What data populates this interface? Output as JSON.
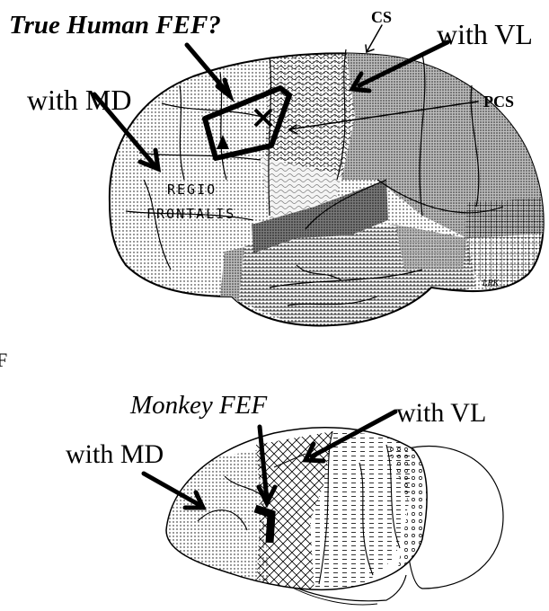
{
  "human_panel": {
    "title": "True Human FEF?",
    "cs_label": "CS",
    "pcs_label": "PCS",
    "with_vl_label": "with VL",
    "with_md_label": "with MD",
    "regio_label": "REGIO",
    "frontalis_label": "FRONTALIS",
    "signature": "LRK"
  },
  "monkey_panel": {
    "title": "Monkey FEF",
    "with_vl_label": "with VL",
    "with_md_label": "with MD"
  },
  "edge_mark": "F",
  "colors": {
    "ink": "#000000",
    "background": "#ffffff",
    "shade_dark": "#7a7a7a",
    "shade_mid": "#b5b5b5"
  }
}
